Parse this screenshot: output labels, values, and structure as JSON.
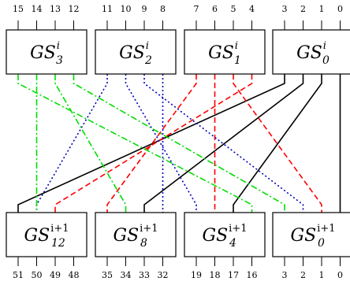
{
  "top_boxes": [
    {
      "base": "GS",
      "sub": "3",
      "sup": "i",
      "bits": [
        "15",
        "14",
        "13",
        "12"
      ]
    },
    {
      "base": "GS",
      "sub": "2",
      "sup": "i",
      "bits": [
        "11",
        "10",
        "9",
        "8"
      ]
    },
    {
      "base": "GS",
      "sub": "1",
      "sup": "i",
      "bits": [
        "7",
        "6",
        "5",
        "4"
      ]
    },
    {
      "base": "GS",
      "sub": "0",
      "sup": "i",
      "bits": [
        "3",
        "2",
        "1",
        "0"
      ]
    }
  ],
  "bottom_boxes": [
    {
      "base": "GS",
      "sub": "12",
      "sup": "i+1",
      "bits": [
        "51",
        "50",
        "49",
        "48"
      ]
    },
    {
      "base": "GS",
      "sub": "8",
      "sup": "i+1",
      "bits": [
        "35",
        "34",
        "33",
        "32"
      ]
    },
    {
      "base": "GS",
      "sub": "4",
      "sup": "i+1",
      "bits": [
        "19",
        "18",
        "17",
        "16"
      ]
    },
    {
      "base": "GS",
      "sub": "0",
      "sup": "i+1",
      "bits": [
        "3",
        "2",
        "1",
        "0"
      ]
    }
  ],
  "wire_colors": {
    "black": "#000000",
    "red": "#ff0000",
    "green": "#00dd00",
    "blue": "#0000bb"
  }
}
